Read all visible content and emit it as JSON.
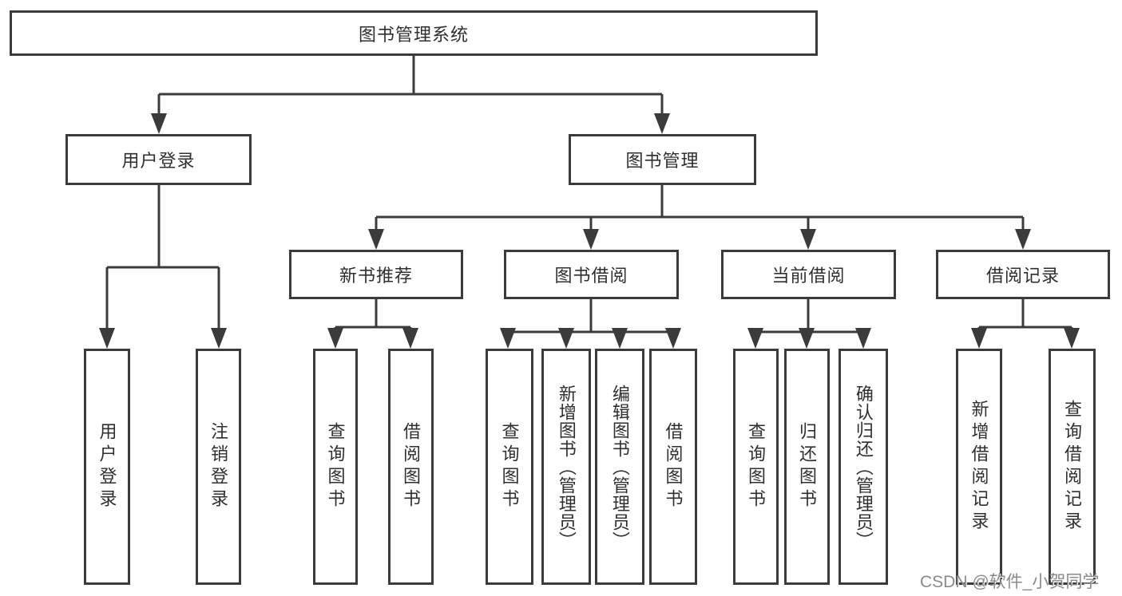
{
  "diagram_type": "functional-structure-tree",
  "colors": {
    "background": "#ffffff",
    "line": "#3b3b3b",
    "box_border": "#3b3b3b",
    "text": "#2f2f2f",
    "watermark": "#8a8a8a"
  },
  "tree": {
    "root": {
      "label": "图书管理系统"
    },
    "level2": [
      {
        "label": "用户登录"
      },
      {
        "label": "图书管理"
      }
    ],
    "level3": [
      {
        "label": "新书推荐",
        "parent": "图书管理"
      },
      {
        "label": "图书借阅",
        "parent": "图书管理"
      },
      {
        "label": "当前借阅",
        "parent": "图书管理"
      },
      {
        "label": "借阅记录",
        "parent": "图书管理"
      }
    ],
    "leaves": [
      {
        "label": "用户登录",
        "parent": "用户登录"
      },
      {
        "label": "注销登录",
        "parent": "用户登录"
      },
      {
        "label": "查询图书",
        "parent": "新书推荐"
      },
      {
        "label": "借阅图书",
        "parent": "新书推荐"
      },
      {
        "label": "查询图书",
        "parent": "图书借阅"
      },
      {
        "label": "新增图书（管理员）",
        "parent": "图书借阅"
      },
      {
        "label": "编辑图书（管理员）",
        "parent": "图书借阅"
      },
      {
        "label": "借阅图书",
        "parent": "图书借阅"
      },
      {
        "label": "查询图书",
        "parent": "当前借阅"
      },
      {
        "label": "归还图书",
        "parent": "当前借阅"
      },
      {
        "label": "确认归还（管理员）",
        "parent": "当前借阅"
      },
      {
        "label": "新增借阅记录",
        "parent": "借阅记录"
      },
      {
        "label": "查询借阅记录",
        "parent": "借阅记录"
      }
    ]
  },
  "watermark": {
    "text": "CSDN @软件_小贺同学"
  }
}
